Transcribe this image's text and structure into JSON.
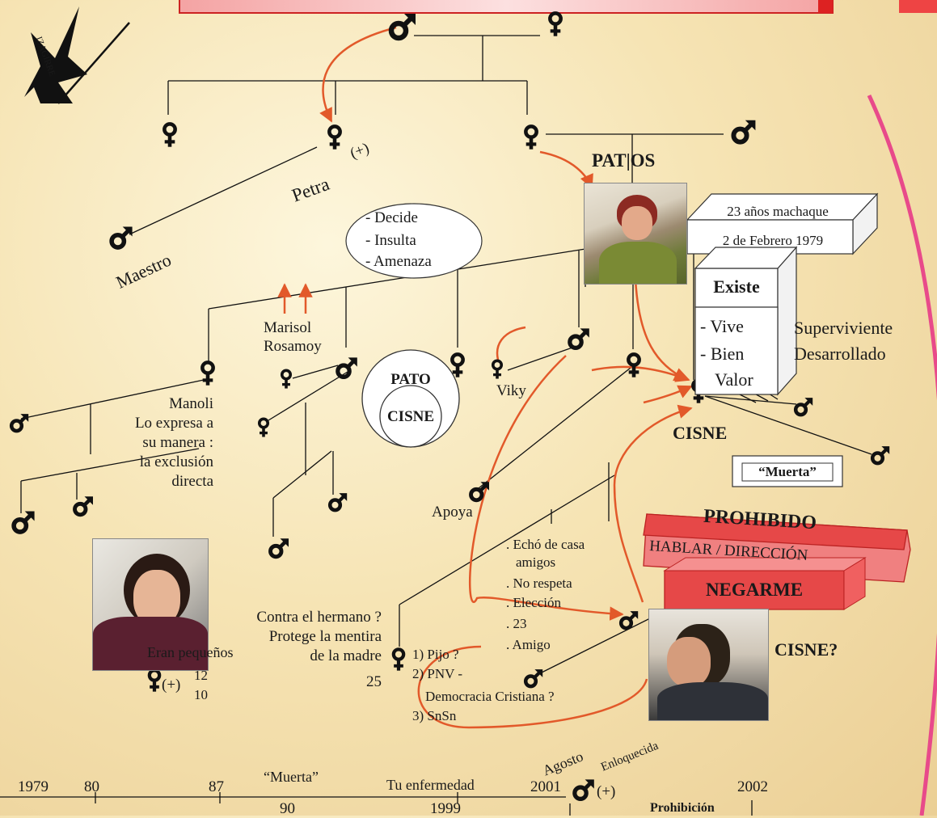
{
  "logo_text": "IZAGIRRE",
  "patos_label": "PAT|OS",
  "names": {
    "petra": "Petra",
    "petra_mark": "(+)",
    "maestro": "Maestro",
    "marisol": "Marisol",
    "rosamoy": "Rosamoy",
    "viky": "Viky",
    "apoya": "Apoya"
  },
  "oval": [
    "- Decide",
    "- Insulta",
    "- Amenaza"
  ],
  "manoli": [
    "Manoli",
    "Lo expresa a",
    "su manera :",
    "la exclusión",
    "directa"
  ],
  "pato_cisne": {
    "pato": "PATO",
    "cisne": "CISNE"
  },
  "box_top": {
    "line1": "23 años machaque",
    "line2": "2 de Febrero 1979"
  },
  "existe": {
    "title": "Existe",
    "items": [
      "- Vive",
      "- Bien",
      "Valor"
    ],
    "results": [
      "Superviviente",
      "Desarrollado"
    ]
  },
  "cisne_label": "CISNE",
  "muerta_box": "“Muerta”",
  "prohibido": {
    "title": "PROHIBIDO",
    "sub": "HABLAR / DIRECCIÓN",
    "negarme": "NEGARME"
  },
  "cisne_q": "CISNE?",
  "echo_list": [
    ". Echó de casa",
    "amigos",
    ". No respeta",
    ". Elección",
    ". 23",
    ". Amigo"
  ],
  "contra": [
    "Contra el hermano ?",
    "Protege la mentira",
    "de la madre",
    "25"
  ],
  "pijo_list": [
    "1) Pijo ?",
    "2) PNV -",
    "Democracia Cristiana ?",
    "3) SnSn"
  ],
  "eran": {
    "title": "Eran pequeños",
    "mark": "(+)",
    "n1": "12",
    "n2": "10"
  },
  "timeline": {
    "top_labels": [
      "1979",
      "80",
      "87",
      "“Muerta”",
      "Tu enfermedad",
      "2001",
      "(+)",
      "2002"
    ],
    "bottom_labels": [
      "90",
      "1999",
      "Prohibición"
    ],
    "agosto": "Agosto",
    "enloquecida": "Enloquecida"
  },
  "colors": {
    "orange": "#e2592a",
    "pink": "#e84a8a",
    "red_band": "#e23a3a",
    "box_red": "#e64848"
  }
}
